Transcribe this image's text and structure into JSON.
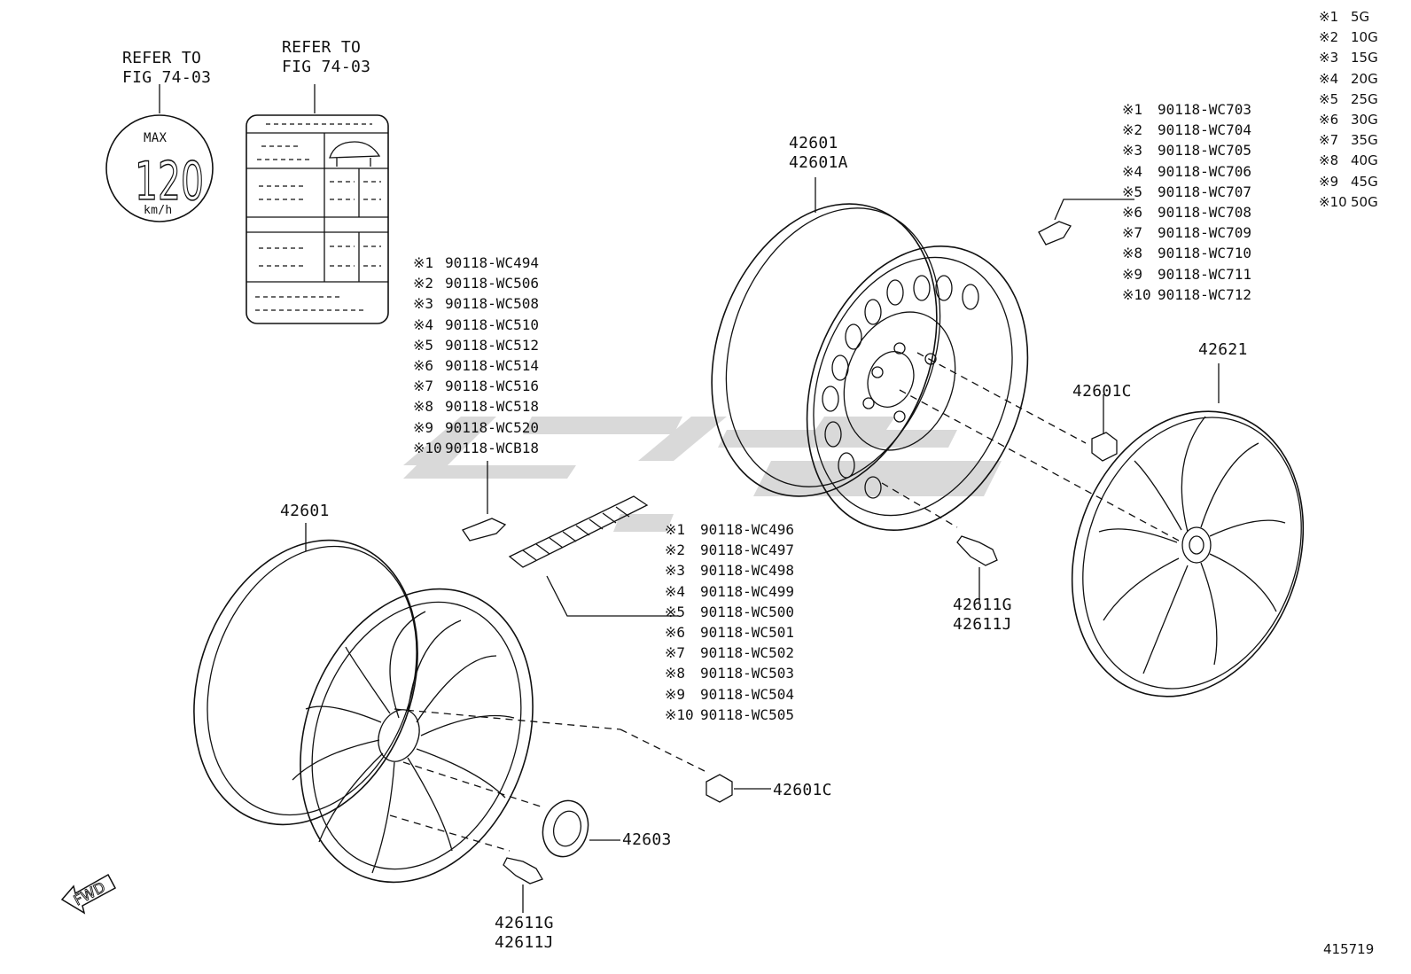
{
  "references": {
    "speed_label": {
      "refer": "REFER TO",
      "fig": "FIG 74-03",
      "max": "MAX",
      "speed": "120",
      "unit": "km/h"
    },
    "tire_label": {
      "refer": "REFER TO",
      "fig": "FIG 74-03"
    }
  },
  "parts": {
    "wheel_steel": [
      "42601",
      "42601A"
    ],
    "wheel_alloy": "42601",
    "nut_upper": "42601C",
    "nut_lower": "42601C",
    "wheel_cap_full": "42621",
    "center_cap": "42603",
    "valve_upper": [
      "42611G",
      "42611J"
    ],
    "valve_lower": [
      "42611G",
      "42611J"
    ]
  },
  "weight_list_clip_steel": [
    {
      "mark": "※1",
      "part": "90118-WC703"
    },
    {
      "mark": "※2",
      "part": "90118-WC704"
    },
    {
      "mark": "※3",
      "part": "90118-WC705"
    },
    {
      "mark": "※4",
      "part": "90118-WC706"
    },
    {
      "mark": "※5",
      "part": "90118-WC707"
    },
    {
      "mark": "※6",
      "part": "90118-WC708"
    },
    {
      "mark": "※7",
      "part": "90118-WC709"
    },
    {
      "mark": "※8",
      "part": "90118-WC710"
    },
    {
      "mark": "※9",
      "part": "90118-WC711"
    },
    {
      "mark": "※10",
      "part": "90118-WC712"
    }
  ],
  "weight_list_clip_alloy": [
    {
      "mark": "※1",
      "part": "90118-WC494"
    },
    {
      "mark": "※2",
      "part": "90118-WC506"
    },
    {
      "mark": "※3",
      "part": "90118-WC508"
    },
    {
      "mark": "※4",
      "part": "90118-WC510"
    },
    {
      "mark": "※5",
      "part": "90118-WC512"
    },
    {
      "mark": "※6",
      "part": "90118-WC514"
    },
    {
      "mark": "※7",
      "part": "90118-WC516"
    },
    {
      "mark": "※8",
      "part": "90118-WC518"
    },
    {
      "mark": "※9",
      "part": "90118-WC520"
    },
    {
      "mark": "※10",
      "part": "90118-WCB18"
    }
  ],
  "weight_list_adhesive": [
    {
      "mark": "※1",
      "part": "90118-WC496"
    },
    {
      "mark": "※2",
      "part": "90118-WC497"
    },
    {
      "mark": "※3",
      "part": "90118-WC498"
    },
    {
      "mark": "※4",
      "part": "90118-WC499"
    },
    {
      "mark": "※5",
      "part": "90118-WC500"
    },
    {
      "mark": "※6",
      "part": "90118-WC501"
    },
    {
      "mark": "※7",
      "part": "90118-WC502"
    },
    {
      "mark": "※8",
      "part": "90118-WC503"
    },
    {
      "mark": "※9",
      "part": "90118-WC504"
    },
    {
      "mark": "※10",
      "part": "90118-WC505"
    }
  ],
  "weight_grams": [
    {
      "mark": "※1",
      "weight": "5G"
    },
    {
      "mark": "※2",
      "weight": "10G"
    },
    {
      "mark": "※3",
      "weight": "15G"
    },
    {
      "mark": "※4",
      "weight": "20G"
    },
    {
      "mark": "※5",
      "weight": "25G"
    },
    {
      "mark": "※6",
      "weight": "30G"
    },
    {
      "mark": "※7",
      "weight": "35G"
    },
    {
      "mark": "※8",
      "weight": "40G"
    },
    {
      "mark": "※9",
      "weight": "45G"
    },
    {
      "mark": "※10",
      "weight": "50G"
    }
  ],
  "fwd_arrow": "FWD",
  "figure_number": "415719",
  "colors": {
    "line": "#111111",
    "watermark": "#d8d8d8"
  }
}
